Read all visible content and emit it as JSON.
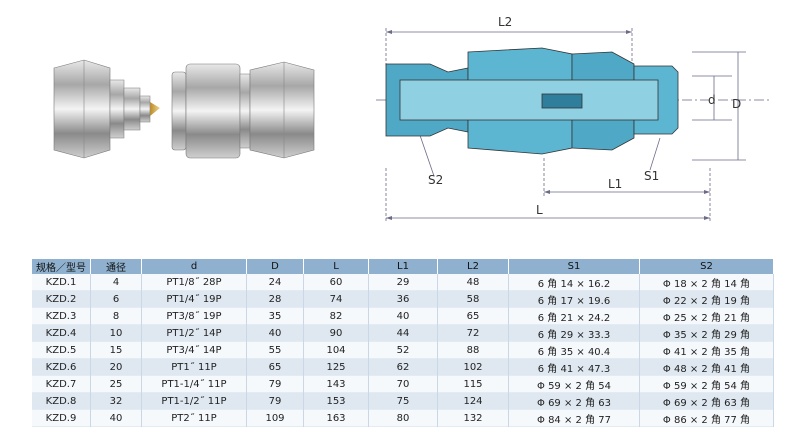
{
  "diagram_labels": {
    "l2": "L2",
    "d_small": "d",
    "d_large": "D",
    "s2": "S2",
    "l1": "L1",
    "s1": "S1",
    "l": "L"
  },
  "table": {
    "headers": [
      "规格／型号",
      "通径",
      "d",
      "D",
      "L",
      "L1",
      "L2",
      "S1",
      "S2"
    ],
    "rows": [
      [
        "KZD.1",
        "4",
        "PT1/8˝ 28P",
        "24",
        "60",
        "29",
        "48",
        "6 角 14 × 16.2",
        "Φ 18 × 2 角 14 角"
      ],
      [
        "KZD.2",
        "6",
        "PT1/4˝ 19P",
        "28",
        "74",
        "36",
        "58",
        "6 角 17 × 19.6",
        "Φ 22 × 2 角 19 角"
      ],
      [
        "KZD.3",
        "8",
        "PT3/8˝ 19P",
        "35",
        "82",
        "40",
        "65",
        "6 角 21 × 24.2",
        "Φ 25 × 2 角 21 角"
      ],
      [
        "KZD.4",
        "10",
        "PT1/2˝ 14P",
        "40",
        "90",
        "44",
        "72",
        "6 角 29 × 33.3",
        "Φ 35 × 2 角 29 角"
      ],
      [
        "KZD.5",
        "15",
        "PT3/4˝ 14P",
        "55",
        "104",
        "52",
        "88",
        "6 角 35 × 40.4",
        "Φ 41 × 2 角 35 角"
      ],
      [
        "KZD.6",
        "20",
        "PT1˝ 11P",
        "65",
        "125",
        "62",
        "102",
        "6 角 41 × 47.3",
        "Φ 48 × 2 角 41 角"
      ],
      [
        "KZD.7",
        "25",
        "PT1-1/4˝ 11P",
        "79",
        "143",
        "70",
        "115",
        "Φ 59 × 2 角 54",
        "Φ 59 × 2 角 54 角"
      ],
      [
        "KZD.8",
        "32",
        "PT1-1/2˝ 11P",
        "79",
        "153",
        "75",
        "124",
        "Φ 69 × 2 角 63",
        "Φ 69 × 2 角 63 角"
      ],
      [
        "KZD.9",
        "40",
        "PT2˝ 11P",
        "109",
        "163",
        "80",
        "132",
        "Φ 84 × 2 角 77",
        "Φ 86 × 2 角 77 角"
      ]
    ]
  }
}
